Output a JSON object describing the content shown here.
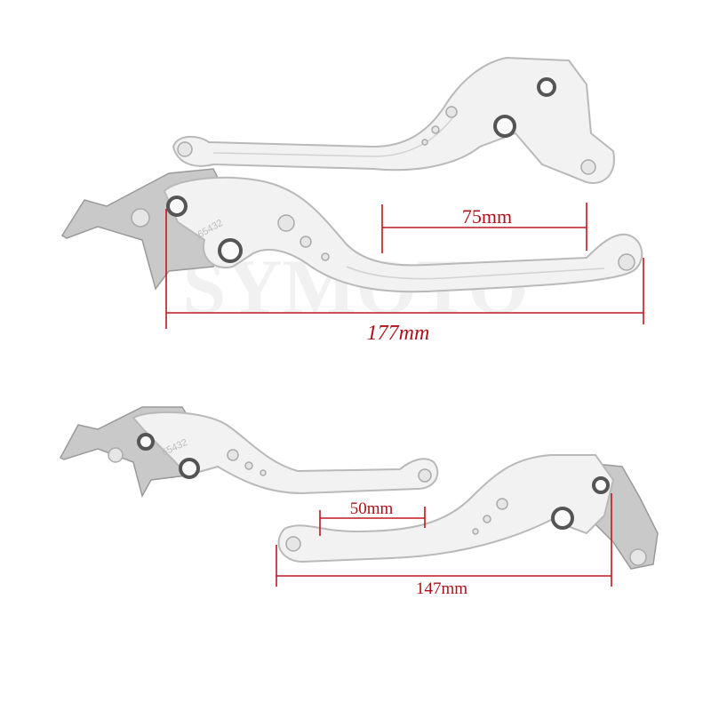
{
  "watermark": "SYMOTO",
  "engraving": "65432",
  "dimensions": {
    "long_adjust": "75mm",
    "long_total": "177mm",
    "short_adjust": "50mm",
    "short_total": "147mm"
  },
  "colors": {
    "dimension": "#c0181f",
    "lever": "#f2f2f2"
  }
}
